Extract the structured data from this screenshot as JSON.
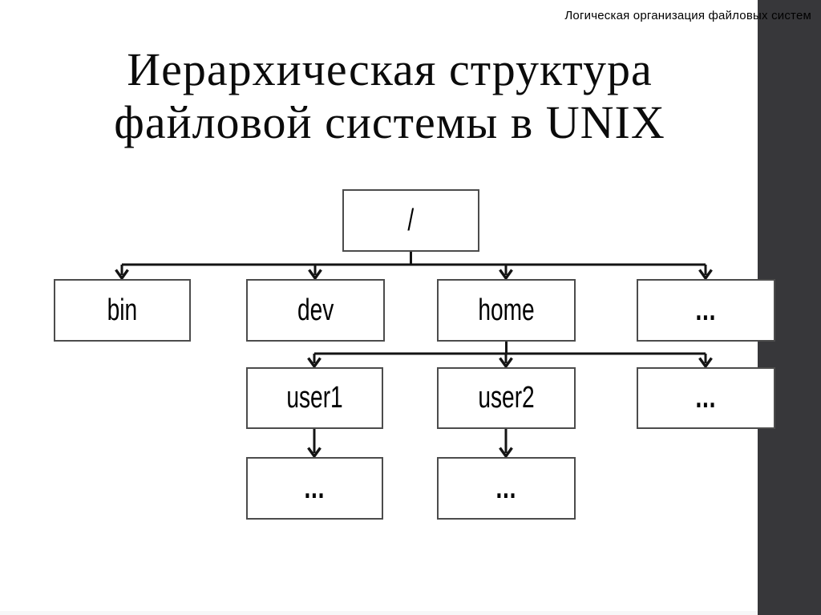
{
  "page": {
    "header_note": "Логическая организация файловых систем",
    "title_line1": "Иерархическая структура",
    "title_line2": "файловой системы в UNIX"
  },
  "tree": {
    "label": "/",
    "children": [
      {
        "label": "bin"
      },
      {
        "label": "dev"
      },
      {
        "label": "home",
        "children": [
          {
            "label": "user1",
            "children": [
              {
                "label": "..."
              }
            ]
          },
          {
            "label": "user2",
            "children": [
              {
                "label": "..."
              }
            ]
          },
          {
            "label": "..."
          }
        ]
      },
      {
        "label": "..."
      }
    ]
  },
  "colors": {
    "accent_band": "#37373a",
    "box_border": "#4c4c4c",
    "connector": "#141414"
  }
}
